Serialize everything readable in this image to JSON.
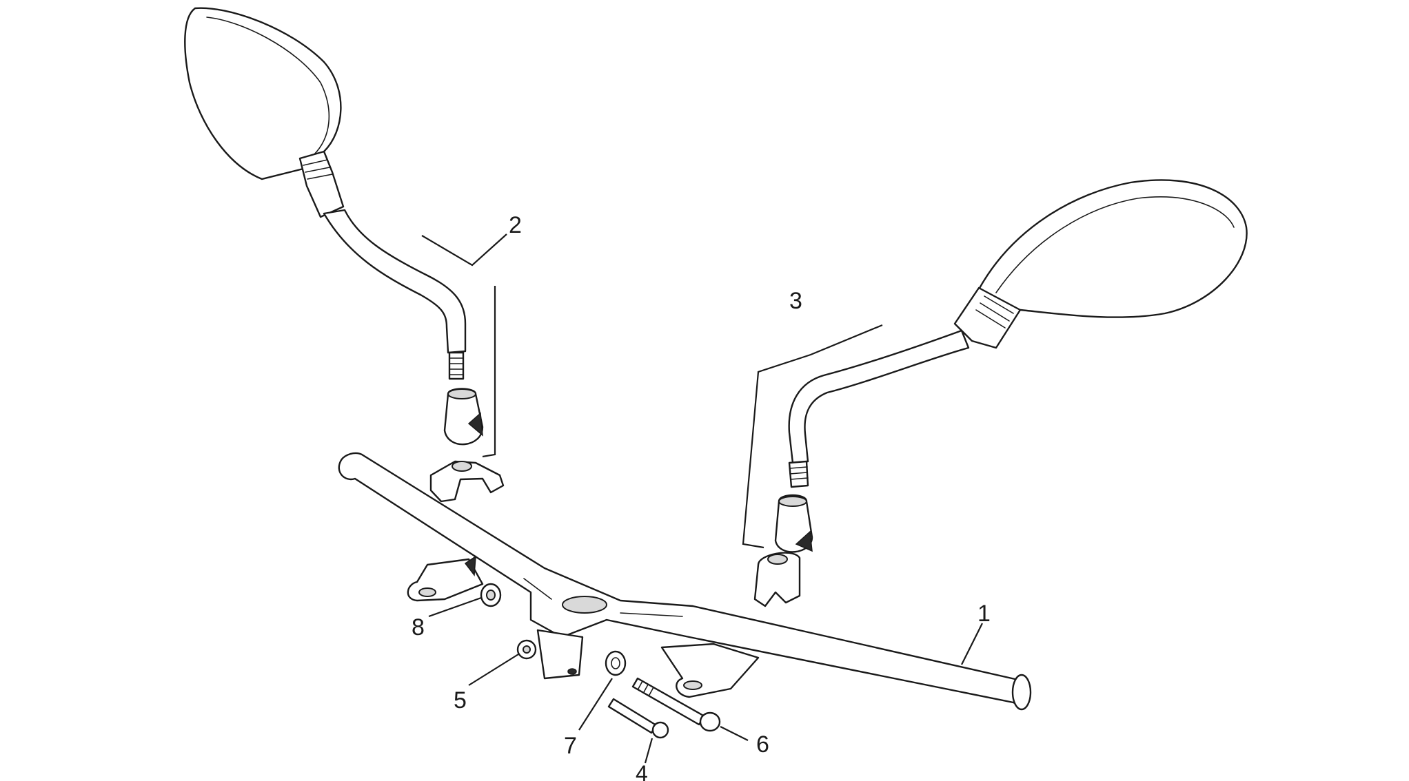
{
  "callouts": [
    {
      "id": "handlebar",
      "label": "1"
    },
    {
      "id": "left-mirror",
      "label": "2"
    },
    {
      "id": "right-mirror",
      "label": "3"
    },
    {
      "id": "short-bolt",
      "label": "4"
    },
    {
      "id": "nut",
      "label": "5"
    },
    {
      "id": "long-bolt",
      "label": "6"
    },
    {
      "id": "washer",
      "label": "7"
    },
    {
      "id": "spacer",
      "label": "8"
    }
  ],
  "colors": {
    "line": "#1a1a1a",
    "background": "#ffffff"
  }
}
